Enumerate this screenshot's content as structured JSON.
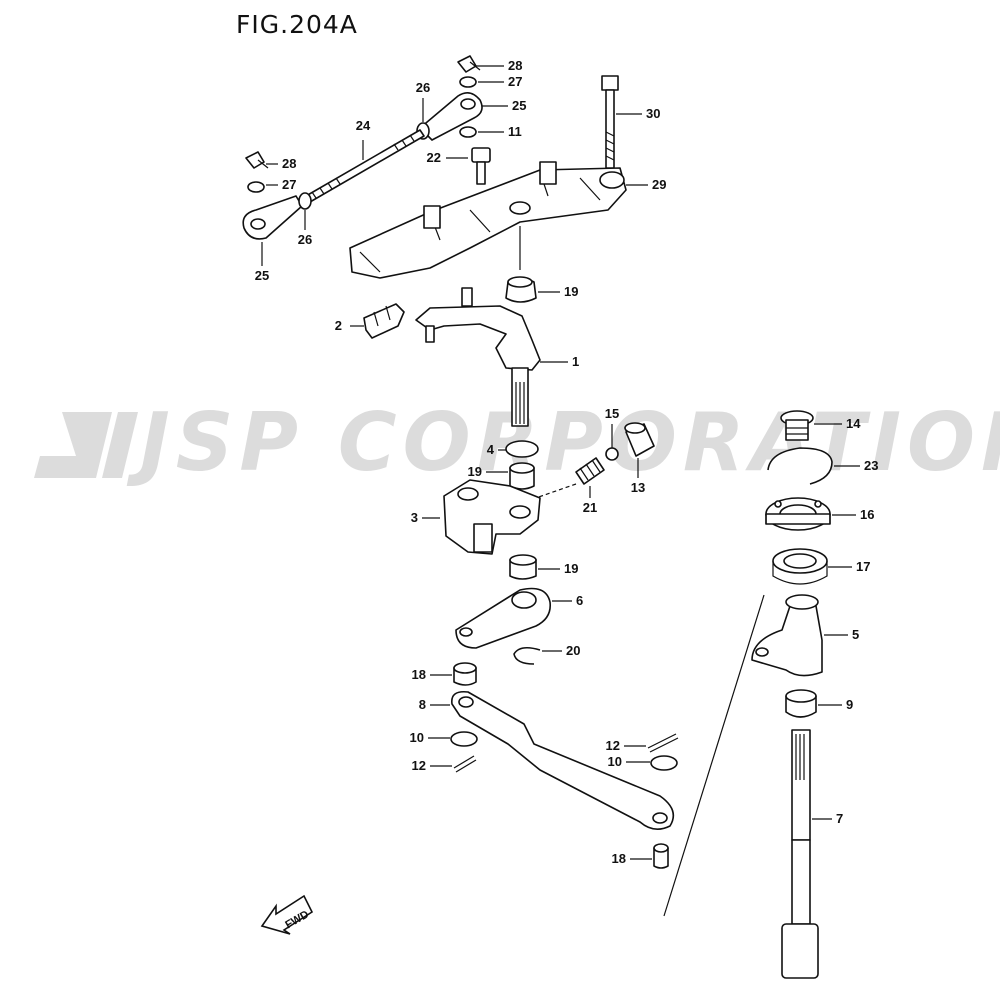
{
  "title": "FIG.204A",
  "watermark": {
    "text": "JSP CORPORATION",
    "color": "#dcdcdc"
  },
  "fwd_label": "FWD",
  "callouts": [
    {
      "id": "c28a",
      "label": "28"
    },
    {
      "id": "c27a",
      "label": "27"
    },
    {
      "id": "c25a",
      "label": "25"
    },
    {
      "id": "c11",
      "label": "11"
    },
    {
      "id": "c26a",
      "label": "26"
    },
    {
      "id": "c30",
      "label": "30"
    },
    {
      "id": "c24",
      "label": "24"
    },
    {
      "id": "c22",
      "label": "22"
    },
    {
      "id": "c28b",
      "label": "28"
    },
    {
      "id": "c27b",
      "label": "27"
    },
    {
      "id": "c29",
      "label": "29"
    },
    {
      "id": "c26b",
      "label": "26"
    },
    {
      "id": "c25b",
      "label": "25"
    },
    {
      "id": "c19a",
      "label": "19"
    },
    {
      "id": "c2",
      "label": "2"
    },
    {
      "id": "c1",
      "label": "1"
    },
    {
      "id": "c15",
      "label": "15"
    },
    {
      "id": "c14",
      "label": "14"
    },
    {
      "id": "c4",
      "label": "4"
    },
    {
      "id": "c23",
      "label": "23"
    },
    {
      "id": "c19b",
      "label": "19"
    },
    {
      "id": "c13",
      "label": "13"
    },
    {
      "id": "c21",
      "label": "21"
    },
    {
      "id": "c16",
      "label": "16"
    },
    {
      "id": "c3",
      "label": "3"
    },
    {
      "id": "c19c",
      "label": "19"
    },
    {
      "id": "c17",
      "label": "17"
    },
    {
      "id": "c6",
      "label": "6"
    },
    {
      "id": "c5",
      "label": "5"
    },
    {
      "id": "c20",
      "label": "20"
    },
    {
      "id": "c18a",
      "label": "18"
    },
    {
      "id": "c9",
      "label": "9"
    },
    {
      "id": "c8",
      "label": "8"
    },
    {
      "id": "c10a",
      "label": "10"
    },
    {
      "id": "c12a",
      "label": "12"
    },
    {
      "id": "c10b",
      "label": "10"
    },
    {
      "id": "c12b",
      "label": "12"
    },
    {
      "id": "c7",
      "label": "7"
    },
    {
      "id": "c18b",
      "label": "18"
    }
  ]
}
